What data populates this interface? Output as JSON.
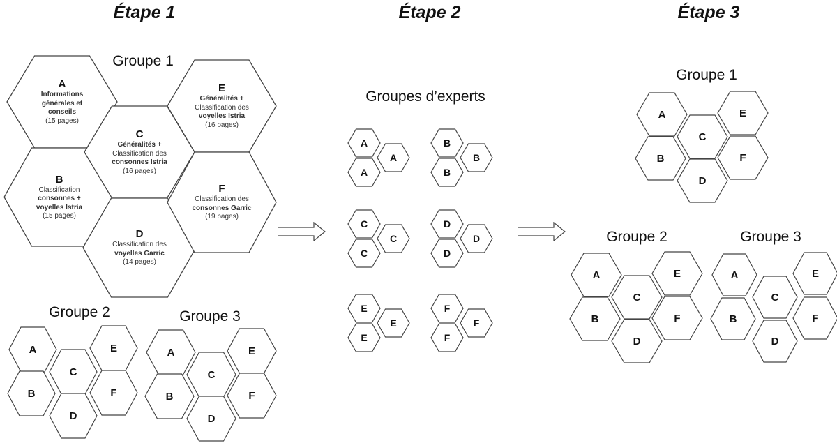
{
  "stages": [
    "Étape 1",
    "Étape 2",
    "Étape 3"
  ],
  "etape1": {
    "group1_title": "Groupe 1",
    "group2_title": "Groupe 2",
    "group3_title": "Groupe 3",
    "hexes": {
      "A": {
        "letter": "A",
        "d1": "Informations générales et conseils",
        "d2": "",
        "d3": "",
        "pages": "(15 pages)"
      },
      "B": {
        "letter": "B",
        "d1": "",
        "d2": "Classification",
        "d3": "consonnes + voyelles Istria",
        "pages": "(15 pages)"
      },
      "C": {
        "letter": "C",
        "d1": "Généralités +",
        "d2": "Classification des",
        "d3": "consonnes Istria",
        "pages": "(16 pages)"
      },
      "D": {
        "letter": "D",
        "d1": "",
        "d2": "Classification des",
        "d3": "voyelles Garric",
        "pages": "(14 pages)"
      },
      "E": {
        "letter": "E",
        "d1": "Généralités +",
        "d2": "Classification des",
        "d3": "voyelles Istria",
        "pages": "(16 pages)"
      },
      "F": {
        "letter": "F",
        "d1": "",
        "d2": "Classification des",
        "d3": "consonnes Garric",
        "pages": "(19 pages)"
      }
    }
  },
  "etape2": {
    "title": "Groupes d’experts"
  },
  "etape3": {
    "group1_title": "Groupe 1",
    "group2_title": "Groupe 2",
    "group3_title": "Groupe 3"
  },
  "letters": [
    "A",
    "B",
    "C",
    "D",
    "E",
    "F"
  ]
}
